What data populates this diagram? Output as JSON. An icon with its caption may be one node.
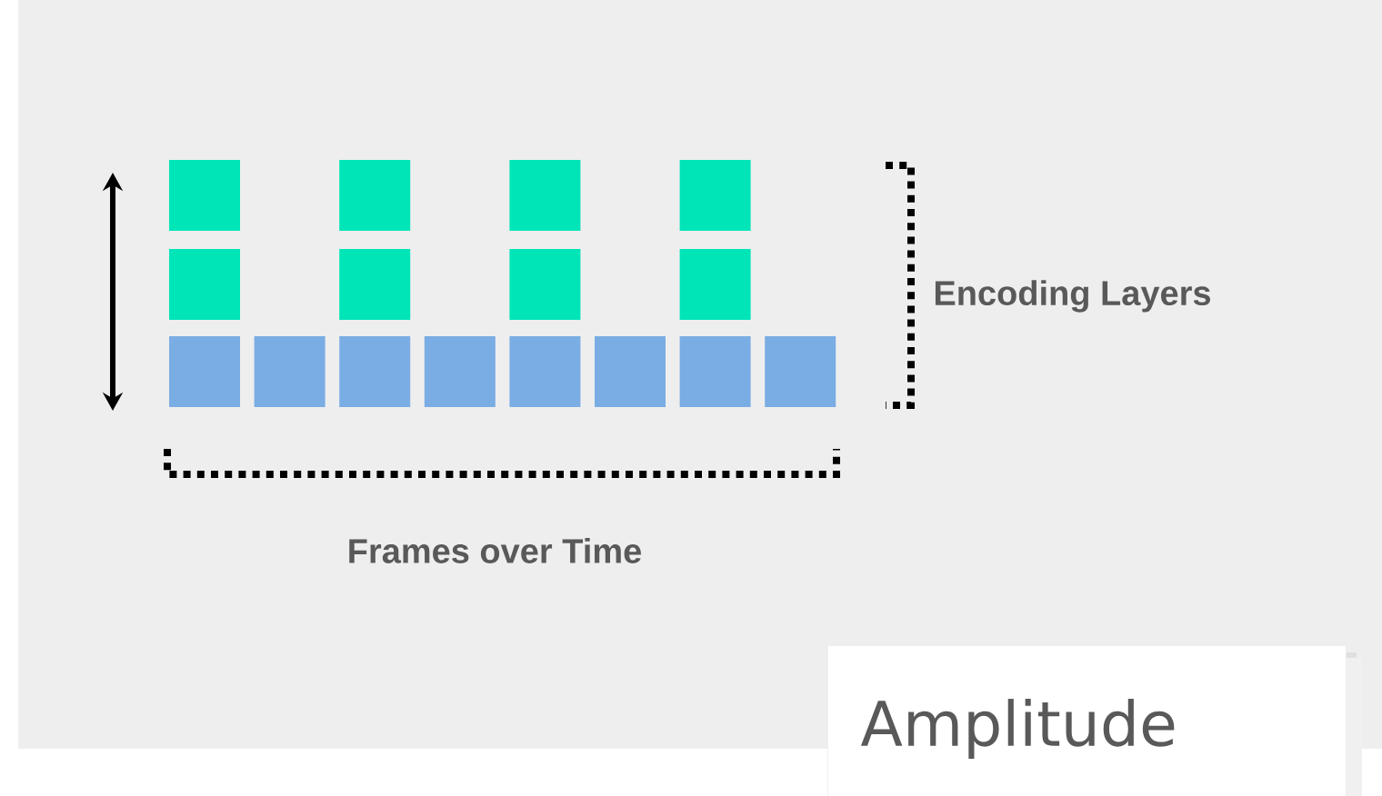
{
  "diagram": {
    "nodes": [
      {
        "text": [
          "Amplitude"
        ]
      }
    ],
    "labels": [
      "Encoding Layers",
      "Frames over Time"
    ]
  }
}
